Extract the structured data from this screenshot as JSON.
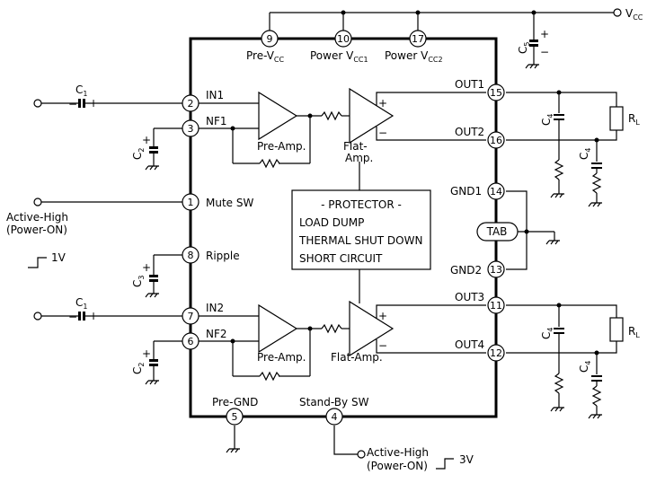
{
  "vcc": {
    "main": "V",
    "sub": "CC"
  },
  "pins": [
    {
      "id": "pin-9",
      "num": "9"
    },
    {
      "id": "pin-10",
      "num": "10"
    },
    {
      "id": "pin-17",
      "num": "17"
    },
    {
      "id": "pin-2",
      "num": "2"
    },
    {
      "id": "pin-3",
      "num": "3"
    },
    {
      "id": "pin-1",
      "num": "1"
    },
    {
      "id": "pin-8",
      "num": "8"
    },
    {
      "id": "pin-7",
      "num": "7"
    },
    {
      "id": "pin-6",
      "num": "6"
    },
    {
      "id": "pin-5",
      "num": "5"
    },
    {
      "id": "pin-4",
      "num": "4"
    },
    {
      "id": "pin-15",
      "num": "15"
    },
    {
      "id": "pin-16",
      "num": "16"
    },
    {
      "id": "pin-14",
      "num": "14"
    },
    {
      "id": "pin-13",
      "num": "13"
    },
    {
      "id": "pin-11",
      "num": "11"
    },
    {
      "id": "pin-12",
      "num": "12"
    }
  ],
  "top_labels": {
    "pre_vcc": {
      "main": "Pre-V",
      "sub": "CC"
    },
    "power_vcc1": {
      "main": "Power V",
      "sub": "CC1"
    },
    "power_vcc2": {
      "main": "Power V",
      "sub": "CC2"
    }
  },
  "left_labels": {
    "in1": "IN1",
    "nf1": "NF1",
    "mute": "Mute SW",
    "ripple": "Ripple",
    "in2": "IN2",
    "nf2": "NF2"
  },
  "right_labels": {
    "out1": "OUT1",
    "out2": "OUT2",
    "gnd1": "GND1",
    "gnd2": "GND2",
    "out3": "OUT3",
    "out4": "OUT4",
    "tab": "TAB"
  },
  "bottom_labels": {
    "pre_gnd": "Pre-GND",
    "standby": "Stand-By SW"
  },
  "amps": {
    "pre1": "Pre-Amp.",
    "flat1_a": "Flat-",
    "flat1_b": "Amp.",
    "pre2": "Pre-Amp.",
    "flat2": "Flat-Amp."
  },
  "protector": [
    "- PROTECTOR -",
    "LOAD DUMP",
    "THERMAL SHUT DOWN",
    "SHORT CIRCUIT"
  ],
  "components": {
    "c1": {
      "main": "C",
      "sub": "1"
    },
    "c2": {
      "main": "C",
      "sub": "2"
    },
    "c3": {
      "main": "C",
      "sub": "3"
    },
    "c4": {
      "main": "C",
      "sub": "4"
    },
    "c5": {
      "main": "C",
      "sub": "5"
    },
    "rl": {
      "main": "R",
      "sub": "L"
    }
  },
  "signs": {
    "plus": "+",
    "minus": "−"
  },
  "external": {
    "active_high_1": "Active-High",
    "power_on_1": "(Power-ON)",
    "level_1": "1V",
    "active_high_2": "Active-High",
    "power_on_2": "(Power-ON)",
    "level_2": "3V"
  }
}
